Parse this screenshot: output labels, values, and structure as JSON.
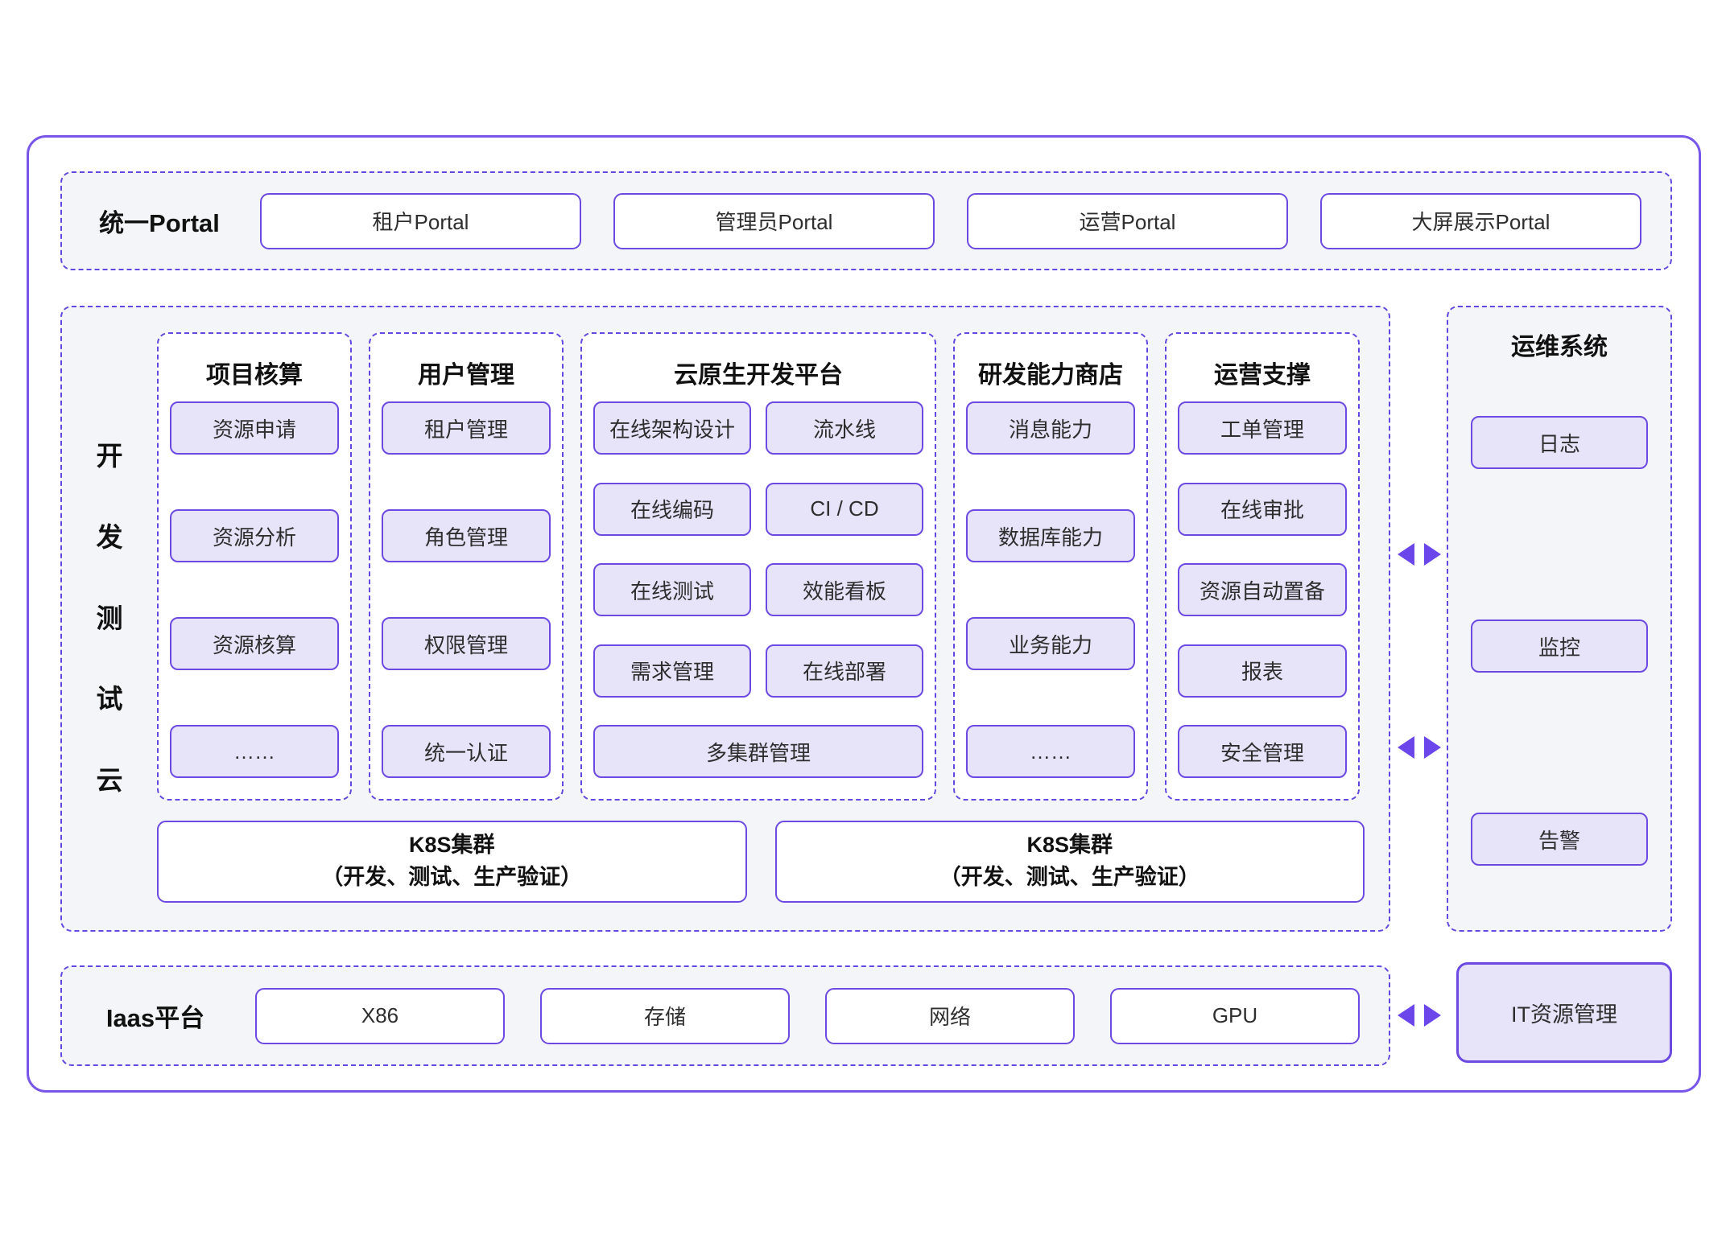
{
  "colors": {
    "outer_border": "#7856E8",
    "dash_border": "#6247E0",
    "box_border": "#6C4AE2",
    "section_bg": "#F4F5F8",
    "item_fill": "#E7E3F8",
    "arrow": "#6B46EB",
    "heading_text": "#111111",
    "item_text": "#2E2E2E"
  },
  "portal_bar": {
    "label": "统一Portal",
    "items": [
      "租户Portal",
      "管理员Portal",
      "运营Portal",
      "大屏展示Portal"
    ]
  },
  "dev_cloud": {
    "label_vertical": "开发测试云",
    "columns": [
      {
        "title": "项目核算",
        "items": [
          "资源申请",
          "资源分析",
          "资源核算",
          "……"
        ]
      },
      {
        "title": "用户管理",
        "items": [
          "租户管理",
          "角色管理",
          "权限管理",
          "统一认证"
        ]
      },
      {
        "title": "云原生开发平台",
        "grid_items": [
          "在线架构设计",
          "流水线",
          "在线编码",
          "CI / CD",
          "在线测试",
          "效能看板",
          "需求管理",
          "在线部署"
        ],
        "full_width_item": "多集群管理"
      },
      {
        "title": "研发能力商店",
        "items": [
          "消息能力",
          "数据库能力",
          "业务能力",
          "……"
        ]
      },
      {
        "title": "运营支撑",
        "items": [
          "工单管理",
          "在线审批",
          "资源自动置备",
          "报表",
          "安全管理"
        ]
      }
    ],
    "k8s_clusters": [
      {
        "line1": "K8S集群",
        "line2": "（开发、测试、生产验证）"
      },
      {
        "line1": "K8S集群",
        "line2": "（开发、测试、生产验证）"
      }
    ]
  },
  "ops_system": {
    "title": "运维系统",
    "items": [
      "日志",
      "监控",
      "告警"
    ]
  },
  "iaas": {
    "label": "Iaas平台",
    "items": [
      "X86",
      "存储",
      "网络",
      "GPU"
    ]
  },
  "it_management": {
    "label": "IT资源管理"
  }
}
